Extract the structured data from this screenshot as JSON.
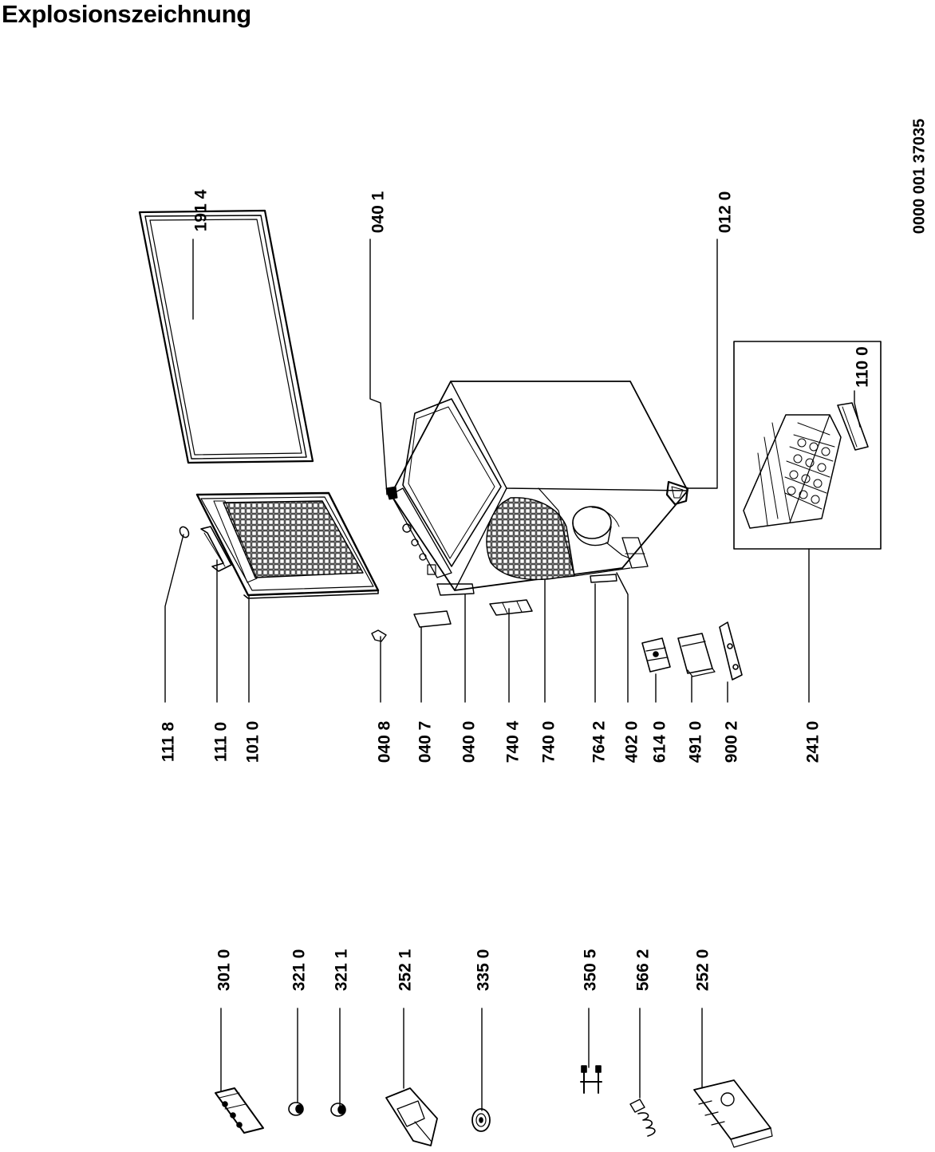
{
  "title": "Explosionszeichnung",
  "document_number": "0000 001 37035",
  "part_labels": [
    {
      "id": "191-4",
      "text": "191 4"
    },
    {
      "id": "040-1",
      "text": "040 1"
    },
    {
      "id": "012-0",
      "text": "012 0"
    },
    {
      "id": "110-0",
      "text": "110 0"
    },
    {
      "id": "111-8",
      "text": "111 8"
    },
    {
      "id": "111-0",
      "text": "111 0"
    },
    {
      "id": "101-0",
      "text": "101 0"
    },
    {
      "id": "040-8",
      "text": "040 8"
    },
    {
      "id": "040-7",
      "text": "040 7"
    },
    {
      "id": "040-0",
      "text": "040 0"
    },
    {
      "id": "740-4",
      "text": "740 4"
    },
    {
      "id": "740-0",
      "text": "740 0"
    },
    {
      "id": "764-2",
      "text": "764 2"
    },
    {
      "id": "402-0",
      "text": "402 0"
    },
    {
      "id": "614-0",
      "text": "614 0"
    },
    {
      "id": "491-0",
      "text": "491 0"
    },
    {
      "id": "900-2",
      "text": "900 2"
    },
    {
      "id": "241-0",
      "text": "241 0"
    },
    {
      "id": "301-0",
      "text": "301 0"
    },
    {
      "id": "321-0",
      "text": "321 0"
    },
    {
      "id": "321-1",
      "text": "321 1"
    },
    {
      "id": "252-1",
      "text": "252 1"
    },
    {
      "id": "335-0",
      "text": "335 0"
    },
    {
      "id": "350-5",
      "text": "350 5"
    },
    {
      "id": "566-2",
      "text": "566 2"
    },
    {
      "id": "252-0",
      "text": "252 0"
    }
  ]
}
